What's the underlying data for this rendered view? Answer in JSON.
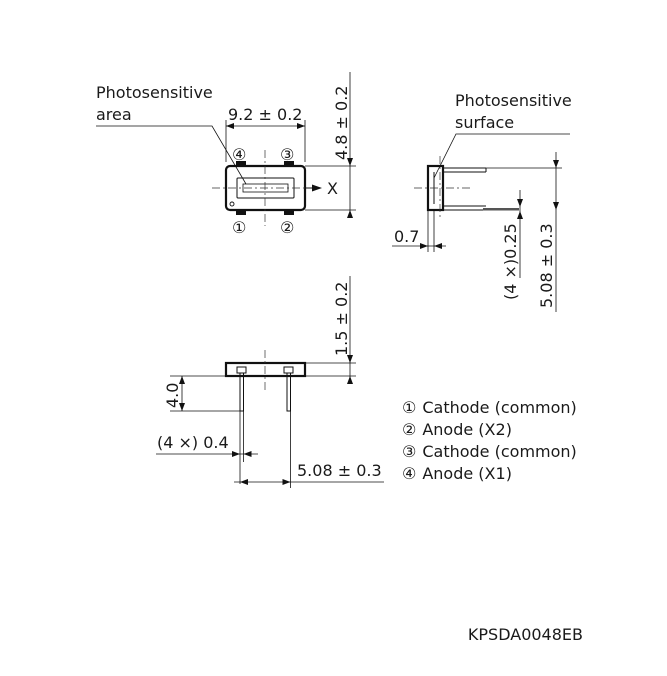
{
  "top_view": {
    "photosensitive_area_label": [
      "Photosensitive",
      "area"
    ],
    "width_dim": "9.2 ± 0.2",
    "height_dim": "4.8 ± 0.2",
    "axis_label": "X",
    "pin_markers": {
      "pin1": "①",
      "pin2": "②",
      "pin3": "③",
      "pin4": "④"
    }
  },
  "side_view": {
    "photosensitive_surface_label": [
      "Photosensitive",
      "surface"
    ],
    "offset_dim": "0.7",
    "lead_width_dim": "(4 ×)0.25",
    "pitch_dim": "5.08 ± 0.3"
  },
  "front_view": {
    "thickness_dim": "1.5 ± 0.2",
    "lead_length_dim": "4.0",
    "lead_thickness_dim": "(4 ×) 0.4",
    "pitch_dim": "5.08 ± 0.3"
  },
  "legend": [
    {
      "marker": "①",
      "text": "Cathode (common)"
    },
    {
      "marker": "②",
      "text": "Anode (X2)"
    },
    {
      "marker": "③",
      "text": "Cathode (common)"
    },
    {
      "marker": "④",
      "text": "Anode (X1)"
    }
  ],
  "drawing_code": "KPSDA0048EB"
}
